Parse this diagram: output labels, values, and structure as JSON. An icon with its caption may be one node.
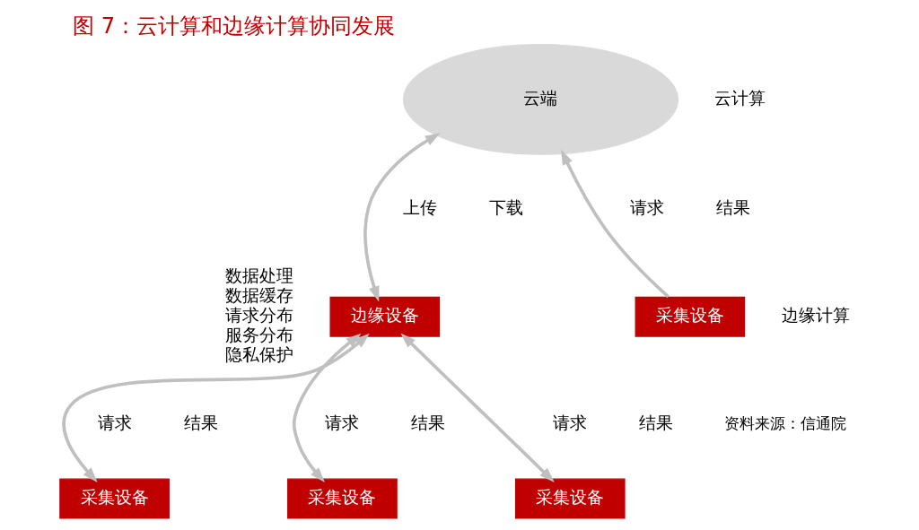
{
  "diagram": {
    "title": "图 7：云计算和边缘计算协同发展",
    "caption": "资料来源：信通院",
    "nodes": [
      {
        "text": [
          "云端"
        ]
      },
      {
        "text": [
          "边缘设备"
        ],
        "beside": [
          "数据处理",
          "数据缓存",
          "请求分布",
          "服务分布",
          "隐私保护"
        ]
      },
      {
        "text": [
          "采集设备"
        ]
      },
      {
        "text": [
          "采集设备"
        ]
      },
      {
        "text": [
          "采集设备"
        ]
      },
      {
        "text": [
          "采集设备"
        ]
      }
    ],
    "edges": [
      {
        "from": 1,
        "to": 0,
        "arrow": "both"
      },
      {
        "from": 2,
        "to": 1,
        "arrow": "both"
      },
      {
        "from": 3,
        "to": 1,
        "arrow": "both"
      },
      {
        "from": 4,
        "to": 1,
        "arrow": "both"
      },
      {
        "from": 5,
        "to": 0,
        "arrow": "to"
      }
    ],
    "labels": [
      "云计算",
      "上传",
      "下载",
      "请求",
      "结果",
      "边缘计算",
      "请求",
      "结果",
      "请求",
      "结果",
      "请求",
      "结果"
    ]
  }
}
